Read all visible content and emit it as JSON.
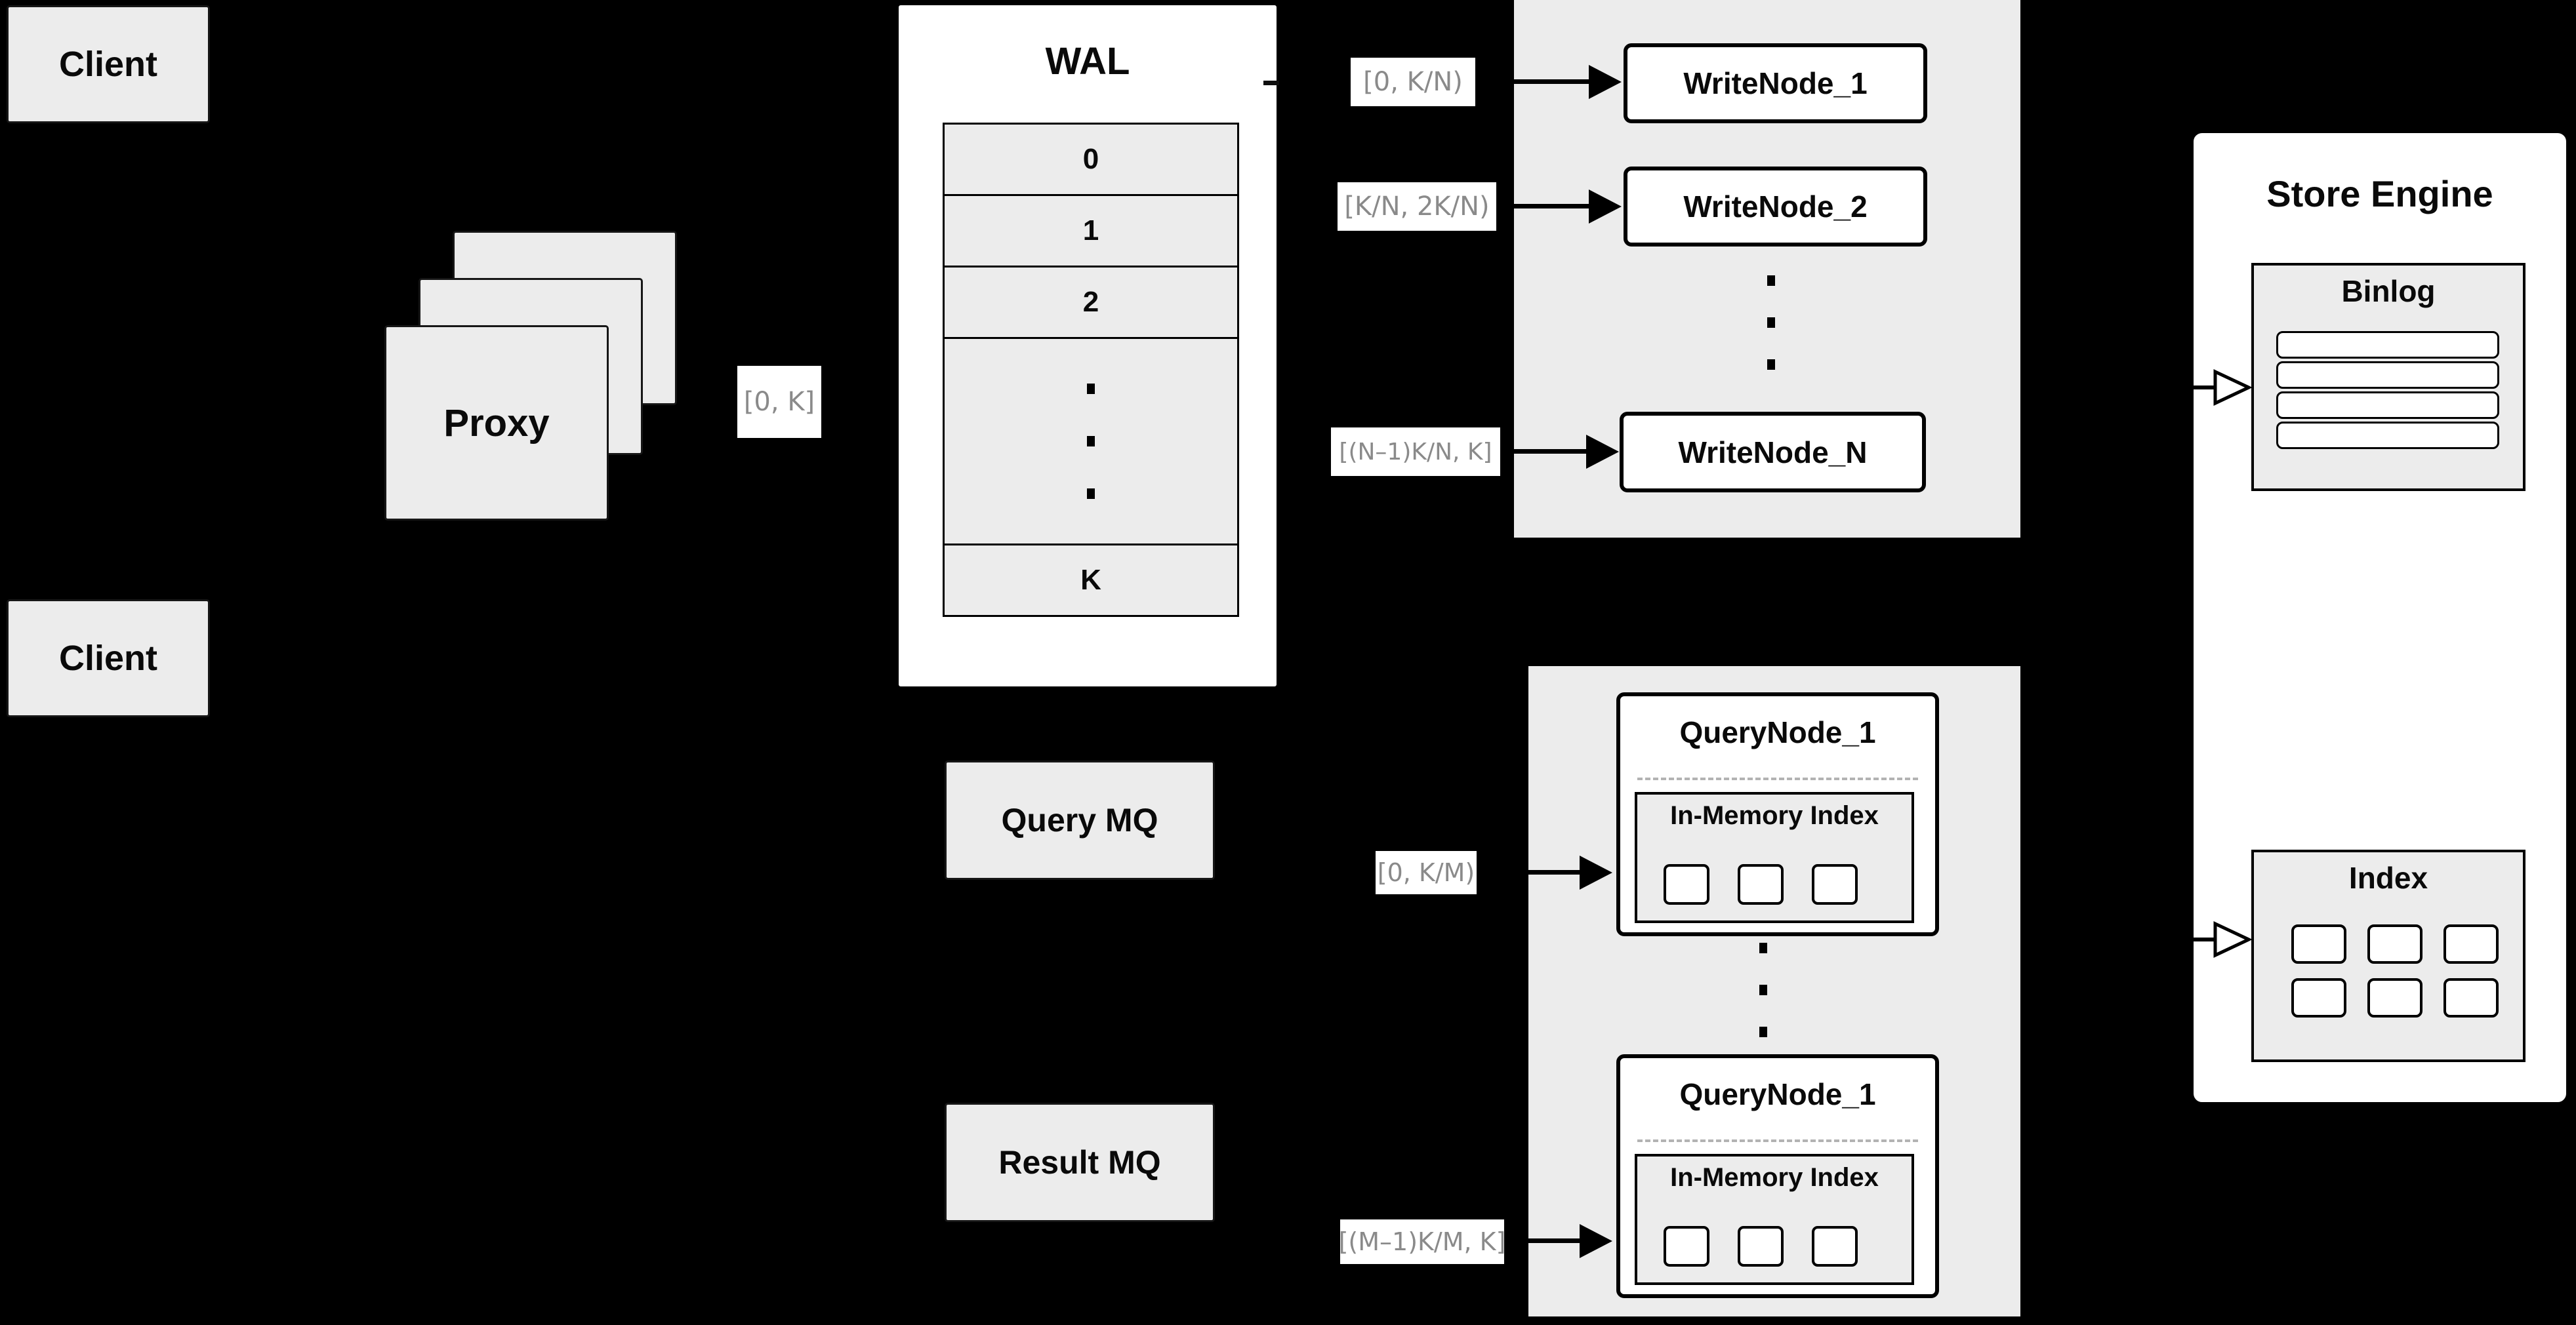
{
  "colors": {
    "background": "#000000",
    "panel_gray": "#ececec",
    "node_white": "#ffffff",
    "line_black": "#000000",
    "label_text_gray": "#8a8a8a"
  },
  "clients": {
    "top_label": "Client",
    "bottom_label": "Client"
  },
  "proxy": {
    "label": "Proxy",
    "range_label": "[0, K]"
  },
  "wal": {
    "title": "WAL",
    "rows": [
      "0",
      "1",
      "2"
    ],
    "last_row": "K"
  },
  "write_cluster": {
    "labels": [
      "[0,  K/N)",
      "[K/N, 2K/N)",
      "[(N–1)K/N,  K]"
    ],
    "nodes": [
      "WriteNode_1",
      "WriteNode_2",
      "WriteNode_N"
    ]
  },
  "mq": {
    "query": "Query MQ",
    "result": "Result MQ"
  },
  "query_cluster": {
    "groups": [
      {
        "range_label": "[0, K/M)",
        "title": "QueryNode_1",
        "inner_title": "In-Memory Index"
      },
      {
        "range_label": "[(M–1)K/M, K]",
        "title": "QueryNode_1",
        "inner_title": "In-Memory Index"
      }
    ]
  },
  "store_engine": {
    "title": "Store Engine",
    "binlog": {
      "title": "Binlog"
    },
    "index": {
      "title": "Index"
    }
  }
}
